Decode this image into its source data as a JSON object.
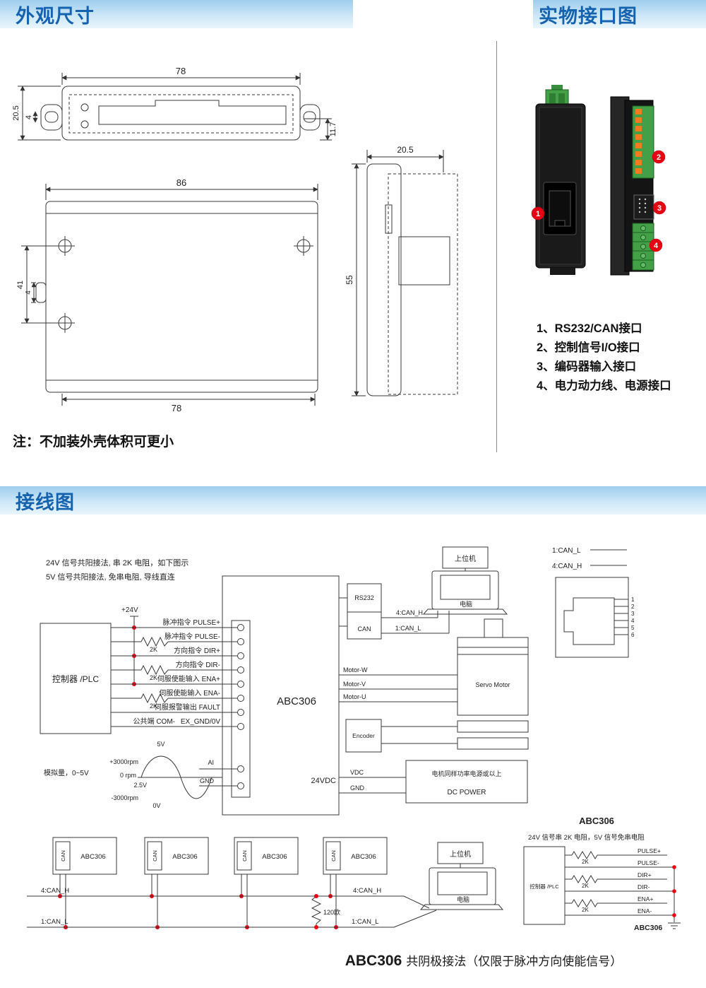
{
  "sections": {
    "dimensions_title": "外观尺寸",
    "interface_title": "实物接口图",
    "wiring_title": "接线图"
  },
  "note": "注：不加装外壳体积可更小",
  "dims": {
    "top_w": "78",
    "top_h": "20.5",
    "slot": "4",
    "right_h": "11.7",
    "front_w": "86",
    "hole_v": "41",
    "slot2": "4",
    "front_bottom_w": "78",
    "side_w": "20.5",
    "side_h": "55"
  },
  "legend": [
    "1、RS232/CAN接口",
    "2、控制信号I/O接口",
    "3、编码器输入接口",
    "4、电力动力线、电源接口"
  ],
  "badges": [
    "1",
    "2",
    "3",
    "4"
  ],
  "wiring": {
    "note_24v": "24V 信号共阳接法, 串 2K 电阻，如下图示",
    "note_5v": "5V 信号共阳接法, 免串电阻, 导线直连",
    "plc_label": "控制器 /PLC",
    "v24": "+24V",
    "r2k": "2K",
    "rows": [
      "脉冲指令 PULSE+",
      "脉冲指令 PULSE-",
      "方向指令 DIR+",
      "方向指令 DIR-",
      "伺服使能输入 ENA+",
      "伺服使能输入 ENA-",
      "伺服报警输出 FAULT"
    ],
    "com": "公共端 COM-",
    "exgnd": "EX_GND/0V",
    "device": "ABC306",
    "rs232": "RS232",
    "can": "CAN",
    "can_h": "4:CAN_H",
    "can_l": "1:CAN_L",
    "host": "上位机",
    "pc": "电脑",
    "rj45_can_l": "1:CAN_L",
    "rj45_can_h": "4:CAN_H",
    "pins": [
      "1",
      "2",
      "3",
      "4",
      "5",
      "6"
    ],
    "motor_w": "Motor-W",
    "motor_v": "Motor-V",
    "motor_u": "Motor-U",
    "servo_motor": "Servo Motor",
    "encoder": "Encoder",
    "vdc24": "24VDC",
    "vdc": "VDC",
    "gnd": "GND",
    "power_note": "电机同样功率电源或以上",
    "dc_power": "DC POWER",
    "analog_label": "模拟量，0~5V",
    "rpm_pos": "+3000rpm",
    "rpm_zero": "0 rpm",
    "rpm_neg": "-3000rpm",
    "v5": "5V",
    "v25": "2.5V",
    "v0": "0V",
    "ai": "AI",
    "agnd": "GND"
  },
  "chain": {
    "device": "ABC306",
    "can": "CAN",
    "can_h_left": "4:CAN_H",
    "can_l_left": "1:CAN_L",
    "can_h_right": "4:CAN_H",
    "can_l_right": "1:CAN_L",
    "r120": "120欧",
    "host": "上位机",
    "pc": "电脑"
  },
  "detail": {
    "title": "ABC306",
    "note": "24V 信号串 2K 电阻，5V 信号免串电阻",
    "plc_label": "控制器 /PLC",
    "r2k": "2K",
    "rows": [
      "PULSE+",
      "PULSE-",
      "DIR+",
      "DIR-",
      "ENA+",
      "ENA-"
    ],
    "device": "ABC306"
  },
  "caption": {
    "model": "ABC306",
    "text": "共阴极接法（仅限于脉冲方向使能信号）"
  }
}
